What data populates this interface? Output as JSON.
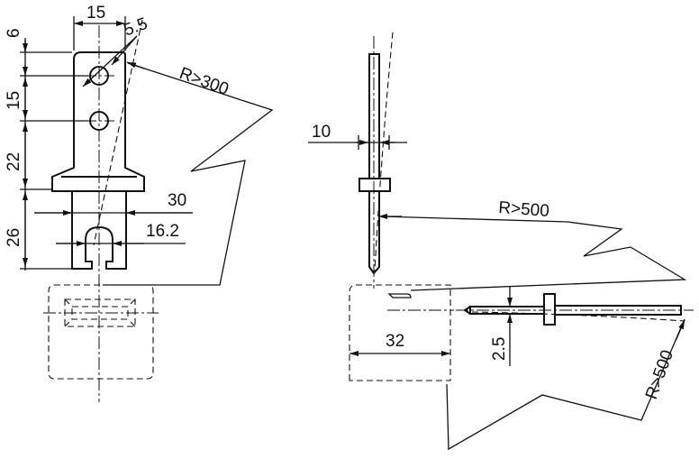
{
  "left_view": {
    "dim_top_width": "15",
    "dim_hole": "5.5",
    "dim_radius": "R>300",
    "dim_v1": "6",
    "dim_v2": "15",
    "dim_v3": "22",
    "dim_v4": "26",
    "dim_width_30": "30",
    "dim_width_16": "16.2"
  },
  "right_view": {
    "dim_thickness": "10",
    "dim_radius_upper": "R>500",
    "dim_length": "32",
    "dim_pin": "2.5",
    "dim_radius_lower": "R>500"
  }
}
